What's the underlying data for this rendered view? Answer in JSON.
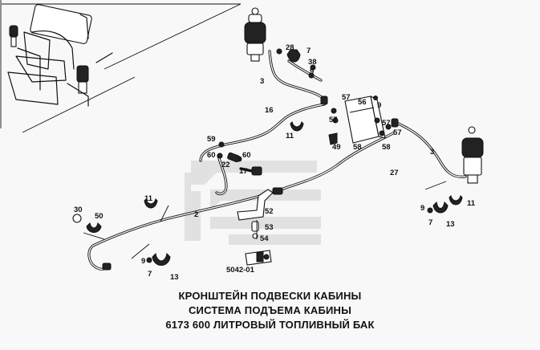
{
  "caption": {
    "line1": "КРОНШТЕЙН ПОДВЕСКИ КАБИНЫ",
    "line2": "СИСТЕМА ПОДЪЕМА КАБИНЫ",
    "line3": "6173  600 ЛИТРОВЫЙ ТОПЛИВНЫЙ БАК"
  },
  "drawing_number": "5042-01",
  "callouts": {
    "c28": "28",
    "c7a": "7",
    "c38": "38",
    "c9a": "9",
    "c3a": "3",
    "c57a": "57",
    "c56": "56",
    "c9b": "9",
    "c57b": "57",
    "c16": "16",
    "c57c": "57",
    "c11a": "11",
    "c57d": "57",
    "c59": "59",
    "c60a": "60",
    "c60b": "60",
    "c22": "22",
    "c17": "17",
    "c49": "49",
    "c58a": "58",
    "c58b": "58",
    "c3b": "3",
    "c27": "27",
    "c11b": "11",
    "c2": "2",
    "c30": "30",
    "c50": "50",
    "c52": "52",
    "c53": "53",
    "c54": "54",
    "c9c": "9",
    "c11c": "11",
    "c7b": "7",
    "c13a": "13",
    "c9d": "9",
    "c7c": "7",
    "c13b": "13"
  }
}
